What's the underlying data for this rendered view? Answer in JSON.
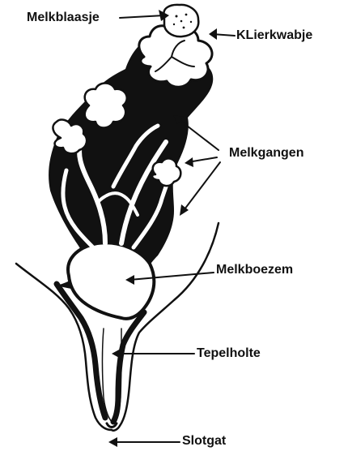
{
  "labels": {
    "alveolus": "Melkblaasje",
    "lobule": "KLierkwabje",
    "ducts": "Melkgangen",
    "cistern": "Melkboezem",
    "teat_cavity": "Tepelholte",
    "teat_opening": "Slotgat"
  },
  "colors": {
    "ink": "#111111",
    "paper": "#ffffff"
  }
}
